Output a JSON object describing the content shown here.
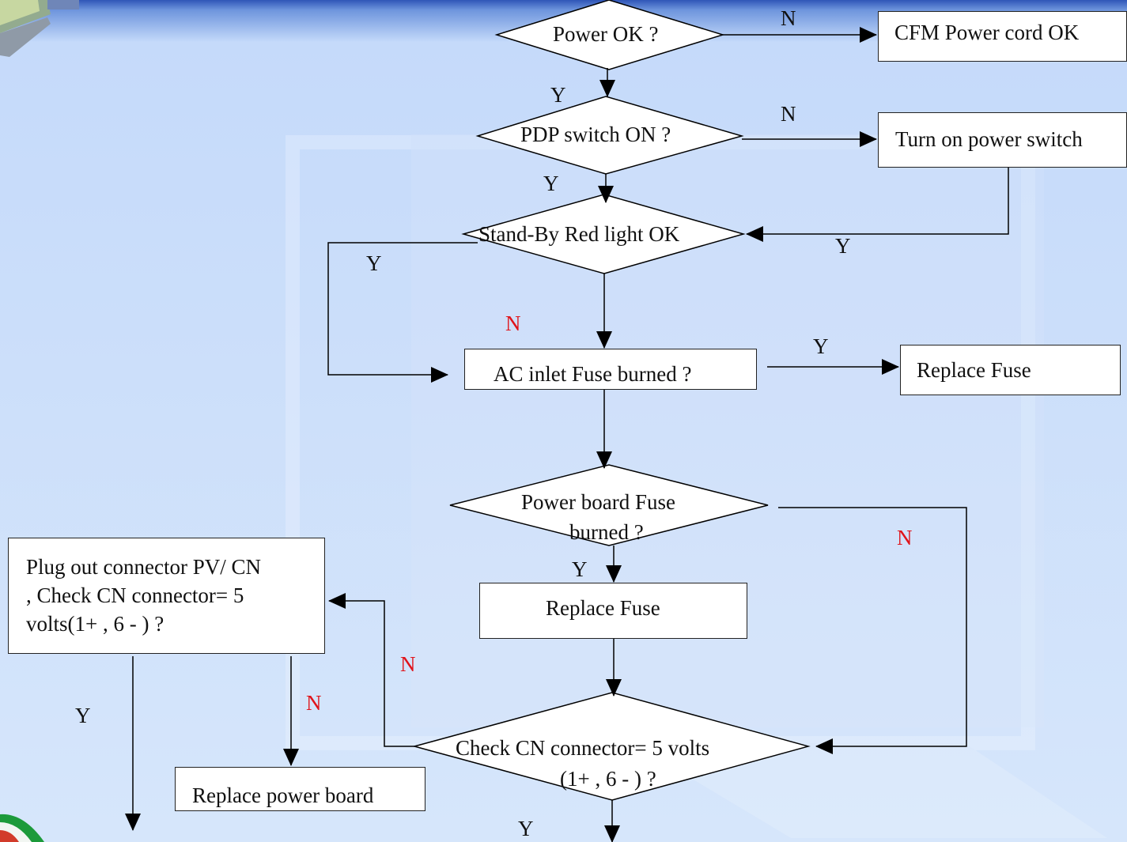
{
  "colors": {
    "background_top": "#2f55b8",
    "background_main": "#cfe1fb",
    "no_label_red": "#e0141b",
    "line": "#000000"
  },
  "nodes": {
    "power_ok": "Power OK ?",
    "cfm_power_cord": "CFM Power cord OK",
    "pdp_switch": "PDP switch ON ?",
    "turn_on_switch": "Turn on power switch",
    "standby_light": "Stand-By Red light OK",
    "ac_fuse": "AC inlet Fuse burned ?",
    "replace_fuse_1": "Replace Fuse",
    "power_board_fuse_line1": "Power board Fuse",
    "power_board_fuse_line2": "burned ?",
    "replace_fuse_2": "Replace Fuse",
    "check_cn_line1": "Check CN connector= 5 volts",
    "check_cn_line2": "(1+ , 6 - ) ?",
    "plug_out_line1": "Plug out connector PV/ CN",
    "plug_out_line2": ", Check CN connector= 5",
    "plug_out_line3": "volts(1+ , 6 - ) ?",
    "replace_power_board": "Replace power board"
  },
  "edge_labels": {
    "power_no": "N",
    "power_yes": "Y",
    "switch_no": "N",
    "switch_yes": "Y",
    "turn_on_yes": "Y",
    "standby_yes": "Y",
    "standby_no": "N",
    "ac_fuse_yes": "Y",
    "board_fuse_no": "N",
    "board_fuse_yes": "Y",
    "check_cn_no": "N",
    "plug_out_no": "N",
    "plug_out_yes": "Y",
    "check_cn_yes": "Y"
  }
}
